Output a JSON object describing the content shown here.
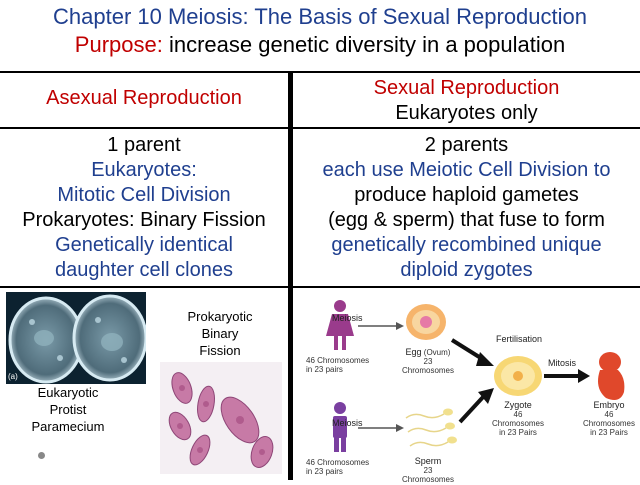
{
  "title": {
    "line1": "Chapter 10 Meiosis: The Basis of Sexual Reproduction",
    "purpose_label": "Purpose:",
    "purpose_text": "increase genetic diversity in a population"
  },
  "table": {
    "left_header": "Asexual Reproduction",
    "right_header_1": "Sexual Reproduction",
    "right_header_2": "Eukaryotes only",
    "left_lines": [
      "1 parent",
      "Eukaryotes:",
      "Mitotic Cell Division",
      "Prokaryotes:  Binary Fission",
      "Genetically identical",
      "daughter cell clones"
    ],
    "right_lines": [
      "2 parents",
      "each use Meiotic Cell Division to",
      "produce haploid gametes",
      "(egg & sperm) that fuse to form",
      "genetically recombined unique",
      "diploid zygotes"
    ]
  },
  "images": {
    "paramecium_label": [
      "Eukaryotic",
      "Protist",
      "Paramecium"
    ],
    "paramecium_tag": "(a)",
    "binary_label": [
      "Prokaryotic",
      "Binary",
      "Fission"
    ]
  },
  "diagram": {
    "meiosis_top": "Meiosis",
    "meiosis_bottom": "Meiosis",
    "female_chromo": [
      "46 Chromosomes",
      "in 23 pairs"
    ],
    "male_chromo": [
      "46 Chromosomes",
      "in 23 pairs"
    ],
    "egg_label": "Egg",
    "egg_sub": "(Ovum)",
    "egg_chromo": "23 Chromosomes",
    "sperm_label": "Sperm",
    "sperm_chromo": "23 Chromosomes",
    "fertilisation": "Fertilisation",
    "zygote_label": "Zygote",
    "zygote_chromo": [
      "46 Chromosomes",
      "in 23 Pairs"
    ],
    "mitosis": "Mitosis",
    "embryo_label": "Embryo",
    "embryo_chromo": [
      "46 Chromosomes",
      "in 23 Pairs"
    ],
    "colors": {
      "female": "#9a3b8c",
      "male": "#7a3fa0",
      "egg": "#f6b46b",
      "zygote": "#f7d774",
      "embryo": "#e0482b"
    }
  }
}
